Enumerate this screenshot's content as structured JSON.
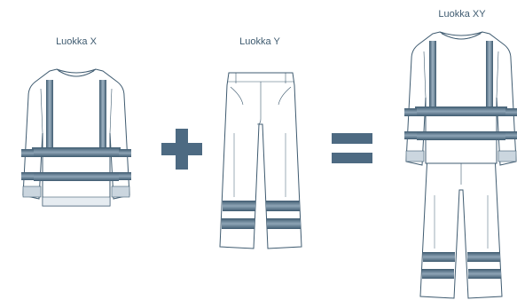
{
  "labels": {
    "class_x": "Luokka X",
    "class_y": "Luokka Y",
    "class_xy": "Luokka XY"
  },
  "colors": {
    "outline": "#3f5b70",
    "reflective_band": "#4d6a82",
    "band_highlight": "#dfe7ee",
    "garment_fill": "#ffffff",
    "operator": "#4d6a82",
    "label_text": "#3f5b70"
  },
  "icons": {
    "jacket": "hi-vis-sweatshirt-icon",
    "trousers": "hi-vis-trousers-icon",
    "suit": "hi-vis-full-suit-icon",
    "plus": "plus-icon",
    "equals": "equals-icon"
  }
}
